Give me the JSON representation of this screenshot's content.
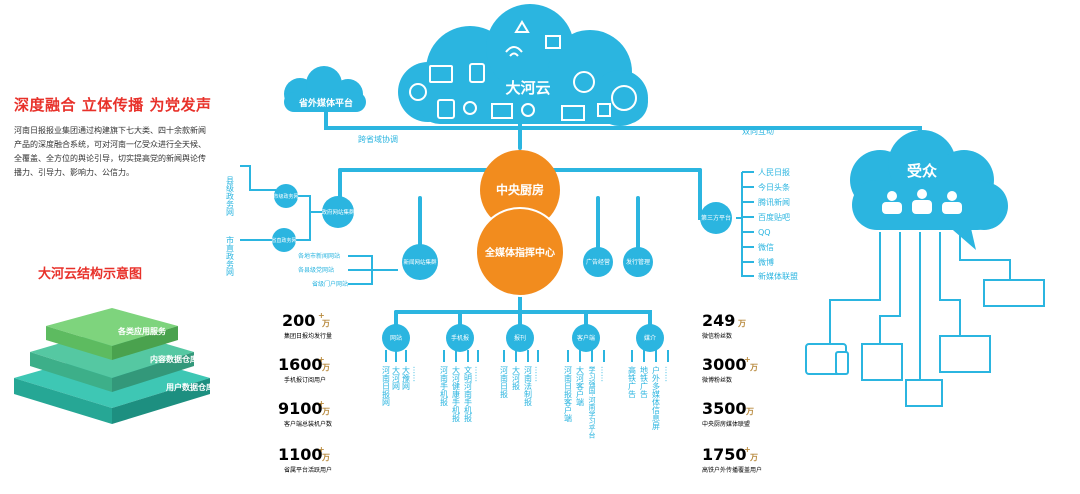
{
  "headline": "深度融合 立体传播 为党发声",
  "intro": "河南日报报业集团通过构建旗下七大类、四十余款新闻产品的深度融合系统，可对河南一亿受众进行全天候、全覆盖、全方位的舆论引导，切实提高党的新闻舆论传播力、引导力、影响力、公信力。",
  "structure_title": "大河云结构示意图",
  "layers": [
    "各类应用服务",
    "内容数据仓库",
    "用户数据仓库"
  ],
  "cloud_main": "大河云",
  "cloud_side": "省外媒体平台",
  "audience": "受众",
  "links": {
    "cross": "跨省域协调",
    "two_way": "双向互动"
  },
  "central": {
    "kitchen": "中央厨房",
    "command": "全媒体指挥中心"
  },
  "left_vertical": [
    "县级政务网",
    "市直政务网"
  ],
  "left_small_nodes": [
    "市级政务网",
    "省直政务网"
  ],
  "gov_node": "政府网站集群",
  "news_node": "新闻网站集群",
  "news_sites": [
    "各地市新闻网站",
    "各县级党网站",
    "省级门户网站"
  ],
  "ad_node": "广告经营",
  "issue_node": "发行管理",
  "third_party": {
    "node": "第三方平台",
    "items": [
      "人民日报",
      "今日头条",
      "腾讯新闻",
      "百度贴吧",
      "QQ",
      "微信",
      "微博",
      "新媒体联盟"
    ]
  },
  "branches": [
    {
      "name": "网站",
      "items": [
        "河南日报网",
        "大河网",
        "大豫网",
        "……"
      ]
    },
    {
      "name": "手机报",
      "items": [
        "河南手机报",
        "大河健康手机报",
        "文明河南手机报",
        "……"
      ]
    },
    {
      "name": "报刊",
      "items": [
        "河南日报",
        "大河报",
        "河南法制报",
        "……"
      ]
    },
    {
      "name": "客户端",
      "items": [
        "河南日报客户端",
        "大河客户端",
        "学习强国·河南学习平台",
        "……"
      ]
    },
    {
      "name": "媒介",
      "items": [
        "高铁广告",
        "地铁广告",
        "户外多媒体信息屏",
        "……"
      ]
    }
  ],
  "stats_left": [
    {
      "value": "200",
      "unit": "万",
      "caption": "集团日报均发行量"
    },
    {
      "value": "1600",
      "unit": "万",
      "caption": "手机报订阅用户"
    },
    {
      "value": "9100",
      "unit": "万",
      "caption": "客户端总装机户数"
    },
    {
      "value": "1100",
      "unit": "万",
      "caption": "省属平台活跃用户"
    }
  ],
  "stats_right": [
    {
      "value": "249",
      "unit": "万",
      "caption": "微信粉丝数"
    },
    {
      "value": "3000",
      "unit": "万",
      "caption": "微博粉丝数"
    },
    {
      "value": "3500",
      "unit": "万",
      "caption": "中央厨房媒体联盟"
    },
    {
      "value": "1750",
      "unit": "万",
      "caption": "高铁户外传播覆盖用户"
    }
  ],
  "colors": {
    "blue": "#2bb5e0",
    "orange": "#f28c1e",
    "red": "#e8312a",
    "gold": "#b88a3e",
    "teal": "#3ec7b4",
    "green": "#67c96d"
  }
}
